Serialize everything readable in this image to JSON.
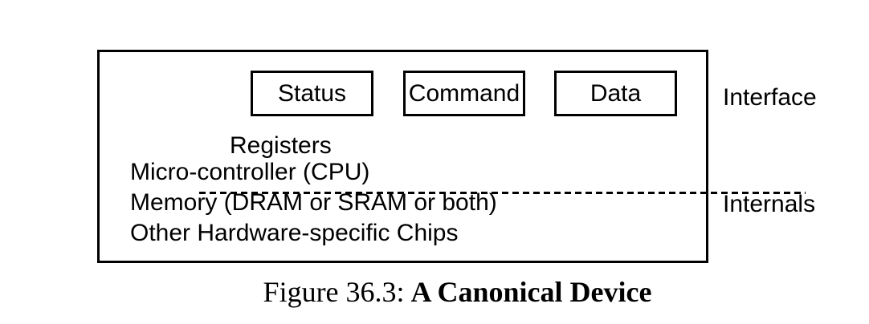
{
  "figure": {
    "device": {
      "interface_section": {
        "registers_label": "Registers",
        "register_boxes": [
          {
            "label": "Status"
          },
          {
            "label": "Command"
          },
          {
            "label": "Data"
          }
        ]
      },
      "internals_section": {
        "lines": [
          "Micro-controller (CPU)",
          "Memory (DRAM or SRAM or both)",
          "Other Hardware-specific Chips"
        ]
      }
    },
    "side_labels": {
      "interface": "Interface",
      "internals": "Internals"
    },
    "caption": {
      "prefix": "Figure 36.3:",
      "title": "A Canonical Device"
    },
    "colors": {
      "foreground": "#000000",
      "background": "#ffffff"
    }
  }
}
